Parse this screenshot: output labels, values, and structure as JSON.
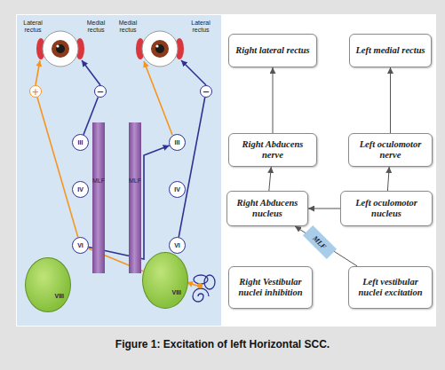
{
  "diagram": {
    "caption": "Figure 1: Excitation of left Horizontal SCC.",
    "nodes": [
      {
        "text": [
          "+"
        ]
      },
      {
        "text": [
          "−"
        ]
      },
      {
        "text": [
          "−"
        ]
      },
      {
        "text": [
          "III"
        ]
      },
      {
        "text": [
          "III"
        ]
      },
      {
        "text": [
          "MLF"
        ]
      },
      {
        "text": [
          "MLF"
        ]
      },
      {
        "text": [
          "IV"
        ]
      },
      {
        "text": [
          "IV"
        ]
      },
      {
        "text": [
          "VI"
        ]
      },
      {
        "text": [
          "VI"
        ]
      },
      {
        "text": [
          "VIII"
        ]
      },
      {
        "text": [
          "VIII"
        ]
      },
      {
        "text": [
          "Right lateral rectus"
        ]
      },
      {
        "text": [
          "Left medial rectus"
        ]
      },
      {
        "text": [
          "Right Abducens nerve"
        ]
      },
      {
        "text": [
          "Left oculomotor nerve"
        ]
      },
      {
        "text": [
          "Right Abducens nucleus"
        ]
      },
      {
        "text": [
          "Left oculomotor nucleus"
        ]
      },
      {
        "text": [
          "Right Vestibular nuclei inhibition"
        ]
      },
      {
        "text": [
          "Left vestibular nuclei excitation"
        ]
      },
      {
        "text": [
          "MLF"
        ]
      }
    ],
    "edges": [
      {
        "from": 12,
        "to": 9,
        "arrow": "none"
      },
      {
        "from": 9,
        "to": 4,
        "arrow": "to"
      },
      {
        "from": 9,
        "to": 0,
        "arrow": "none"
      },
      {
        "from": 3,
        "to": 1,
        "arrow": "none"
      },
      {
        "from": 10,
        "to": 2,
        "arrow": "none"
      },
      {
        "from": 15,
        "to": 13,
        "arrow": "to"
      },
      {
        "from": 16,
        "to": 14,
        "arrow": "to"
      },
      {
        "from": 17,
        "to": 15,
        "arrow": "to"
      },
      {
        "from": 18,
        "to": 16,
        "arrow": "to"
      },
      {
        "from": 18,
        "to": 17,
        "arrow": "to"
      },
      {
        "from": 20,
        "to": 17,
        "arrow": "to"
      }
    ],
    "labels": [
      "Lateral rectus",
      "Medial rectus",
      "Medial rectus",
      "Lateral rectus"
    ]
  }
}
